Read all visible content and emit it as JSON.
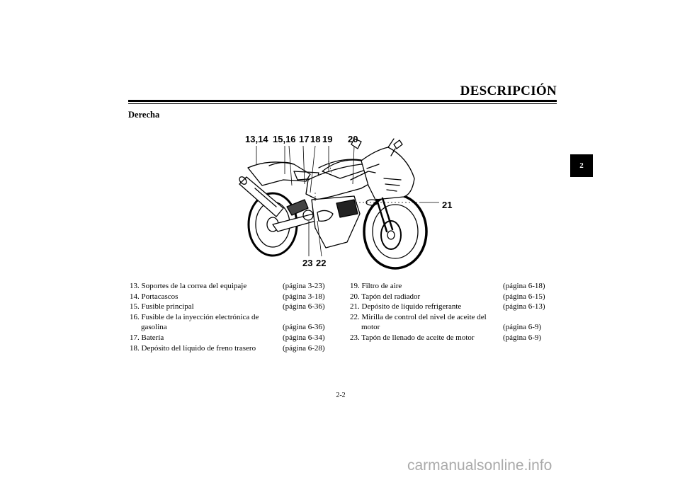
{
  "header": {
    "title": "DESCRIPCIÓN"
  },
  "section": {
    "subtitle": "Derecha"
  },
  "chapter_tab": "2",
  "diagram": {
    "callouts": [
      "13,14",
      "15,16",
      "17",
      "18",
      "19",
      "20",
      "21",
      "23",
      "22"
    ]
  },
  "legend": {
    "left": [
      {
        "text": "13. Soportes de la correa del equipaje",
        "page": "(página 3-23)"
      },
      {
        "text": "14. Portacascos",
        "page": "(página 3-18)"
      },
      {
        "text": "15. Fusible principal",
        "page": "(página 6-36)"
      },
      {
        "text": "16. Fusible de la inyección electrónica de",
        "page": ""
      },
      {
        "text": "gasolina",
        "page": "(página 6-36)",
        "indent": true
      },
      {
        "text": "17. Batería",
        "page": "(página 6-34)"
      },
      {
        "text": "18. Depósito del líquido de freno trasero",
        "page": "(página 6-28)"
      }
    ],
    "right": [
      {
        "text": "19. Filtro de aire",
        "page": "(página 6-18)"
      },
      {
        "text": "20. Tapón del radiador",
        "page": "(página 6-15)"
      },
      {
        "text": "21. Depósito de líquido refrigerante",
        "page": "(página 6-13)"
      },
      {
        "text": "22. Mirilla de control del nivel de aceite del",
        "page": ""
      },
      {
        "text": "motor",
        "page": "(página 6-9)",
        "indent": true
      },
      {
        "text": "23. Tapón de llenado de aceite de motor",
        "page": "(página 6-9)"
      }
    ]
  },
  "footer": {
    "page_number": "2-2"
  },
  "watermark": "carmanualsonline.info"
}
